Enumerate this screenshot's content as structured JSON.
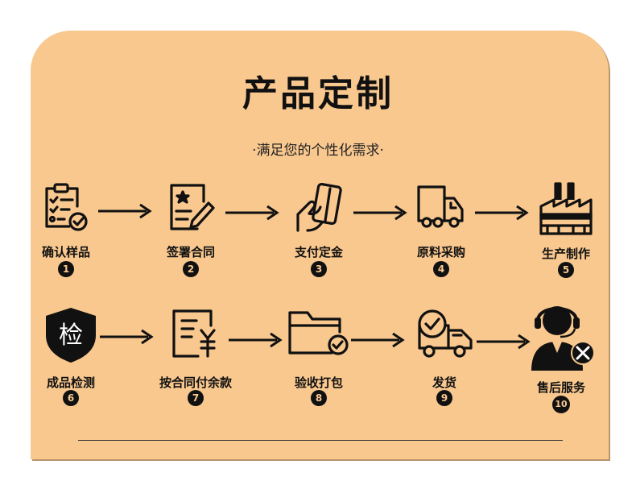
{
  "title": "产品定制",
  "subtitle": "·满足您的个性化需求·",
  "colors": {
    "background": "#f9c88f",
    "ink": "#111111"
  },
  "row1": [
    {
      "label": "确认样品",
      "num": "1",
      "icon": "clipboard-check-icon"
    },
    {
      "label": "签署合同",
      "num": "2",
      "icon": "contract-sign-icon"
    },
    {
      "label": "支付定金",
      "num": "3",
      "icon": "card-payment-icon"
    },
    {
      "label": "原料采购",
      "num": "4",
      "icon": "delivery-truck-icon"
    },
    {
      "label": "生产制作",
      "num": "5",
      "icon": "factory-icon"
    }
  ],
  "row2": [
    {
      "label": "成品检测",
      "num": "6",
      "icon": "inspection-shield-icon",
      "glyph": "检"
    },
    {
      "label": "按合同付余款",
      "num": "7",
      "icon": "invoice-yuan-icon"
    },
    {
      "label": "验收打包",
      "num": "8",
      "icon": "folder-check-icon"
    },
    {
      "label": "发货",
      "num": "9",
      "icon": "shipping-truck-icon"
    },
    {
      "label": "售后服务",
      "num": "10",
      "icon": "customer-service-icon"
    }
  ]
}
